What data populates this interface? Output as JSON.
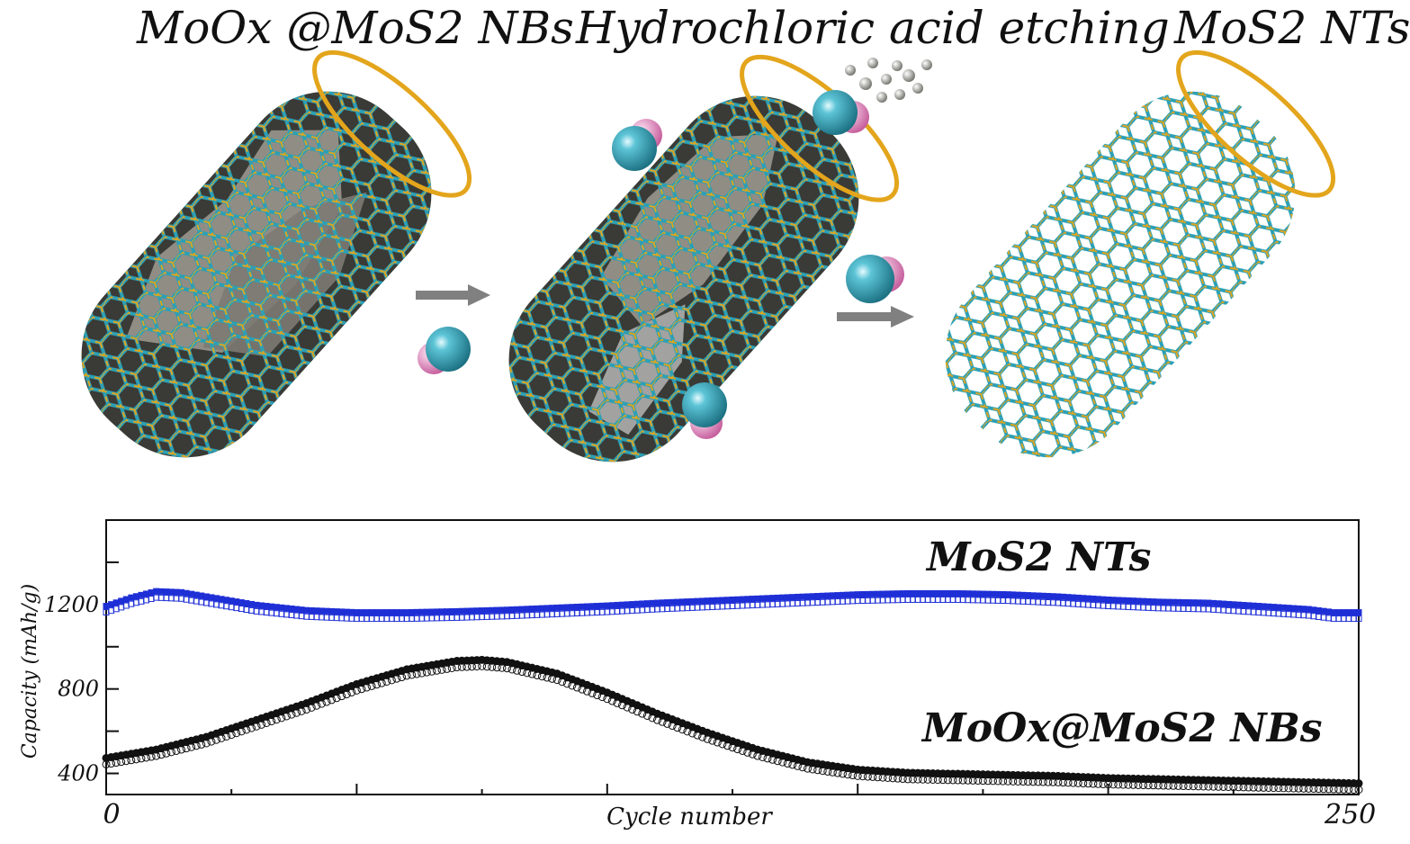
{
  "figure": {
    "title_left": "MoOx @MoS2 NBs",
    "title_middle": "Hydrochloric acid etching",
    "title_right": "MoS2 NTs"
  },
  "colors": {
    "lattice_mo": "#2ba0b6",
    "lattice_s": "#e3a51c",
    "oxide_core": "#8e8b82",
    "ion_cyan": "#2a9bb0",
    "ion_pink": "#e07ab9",
    "arrow": "#808080",
    "series_ntts": "#1f2fd6",
    "series_nbs": "#111111"
  },
  "chart_data": {
    "type": "scatter",
    "xlabel": "Cycle number",
    "ylabel": "Capacity (mAh/g)",
    "xlim": [
      0,
      250
    ],
    "ylim": [
      300,
      1600
    ],
    "x_ticks": [
      "0",
      "250"
    ],
    "y_ticks": [
      "400",
      "800",
      "1200"
    ],
    "grid": false,
    "series": [
      {
        "name": "MoS2 NTs",
        "marker": "square",
        "color": "#1f2fd6",
        "x": [
          0,
          5,
          10,
          15,
          20,
          30,
          40,
          50,
          60,
          70,
          80,
          90,
          100,
          110,
          120,
          130,
          140,
          150,
          160,
          170,
          180,
          190,
          200,
          210,
          220,
          230,
          240,
          245,
          250
        ],
        "y": [
          1180,
          1220,
          1250,
          1245,
          1225,
          1185,
          1160,
          1150,
          1150,
          1155,
          1162,
          1172,
          1182,
          1195,
          1205,
          1215,
          1225,
          1235,
          1240,
          1240,
          1235,
          1225,
          1210,
          1200,
          1195,
          1180,
          1165,
          1150,
          1150
        ]
      },
      {
        "name": "MoOx@MoS2 NBs",
        "marker": "circle",
        "color": "#111111",
        "x": [
          0,
          10,
          20,
          30,
          40,
          50,
          60,
          70,
          75,
          80,
          90,
          100,
          110,
          120,
          130,
          140,
          150,
          160,
          170,
          180,
          190,
          200,
          210,
          220,
          230,
          240,
          250
        ],
        "y": [
          460,
          500,
          560,
          640,
          720,
          810,
          880,
          920,
          925,
          915,
          860,
          770,
          670,
          580,
          500,
          440,
          405,
          390,
          385,
          380,
          375,
          365,
          360,
          355,
          350,
          345,
          340
        ]
      }
    ]
  }
}
